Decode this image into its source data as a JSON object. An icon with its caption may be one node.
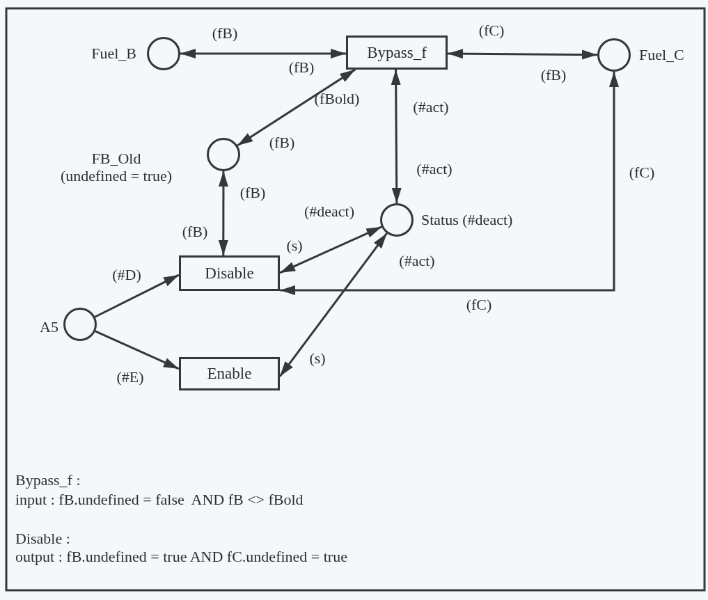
{
  "diagram": {
    "nodes": [
      {
        "text": [],
        "shape": "circle",
        "beside": [
          "Fuel_B"
        ]
      },
      {
        "text": [
          "Bypass_f"
        ]
      },
      {
        "text": [],
        "shape": "circle",
        "beside": [
          "Fuel_C"
        ]
      },
      {
        "text": [],
        "shape": "circle",
        "beside": [
          "FB_Old (undefined = true)"
        ]
      },
      {
        "text": [],
        "shape": "circle",
        "beside": [
          "Status (#deact)"
        ]
      },
      {
        "text": [
          "Disable"
        ]
      },
      {
        "text": [],
        "shape": "circle",
        "beside": [
          "A5"
        ]
      },
      {
        "text": [
          "Enable"
        ]
      }
    ],
    "edges": [
      {
        "from": 0,
        "to": 1,
        "arrow": "both",
        "label": "(fB)"
      },
      {
        "from": 1,
        "to": 2,
        "arrow": "both",
        "label": "(fC)"
      },
      {
        "from": 1,
        "to": 3,
        "arrow": "both",
        "label": "(fBold)"
      },
      {
        "from": 1,
        "to": 4,
        "arrow": "both",
        "label": "(#act)"
      },
      {
        "from": 3,
        "to": 5,
        "arrow": "both",
        "label": "(fB)"
      },
      {
        "from": 5,
        "to": 4,
        "arrow": "both",
        "label": "(#deact)"
      },
      {
        "from": 7,
        "to": 4,
        "arrow": "both",
        "label": "(#act)"
      },
      {
        "from": 6,
        "to": 5,
        "arrow": "to",
        "label": "(#D)"
      },
      {
        "from": 6,
        "to": 7,
        "arrow": "to",
        "label": "(#E)"
      },
      {
        "from": 5,
        "to": 2,
        "arrow": "both",
        "label": "(fC)"
      }
    ],
    "labels": [
      "(fB)",
      "(fB)",
      "(fB)",
      "(#act)",
      "(fB)",
      "(s)",
      "(s)",
      "(fC)",
      "Bypass_f :",
      "input : fB.undefined = false  AND fB <> fBold",
      "Disable :",
      "output : fB.undefined = true AND fC.undefined = true"
    ]
  }
}
